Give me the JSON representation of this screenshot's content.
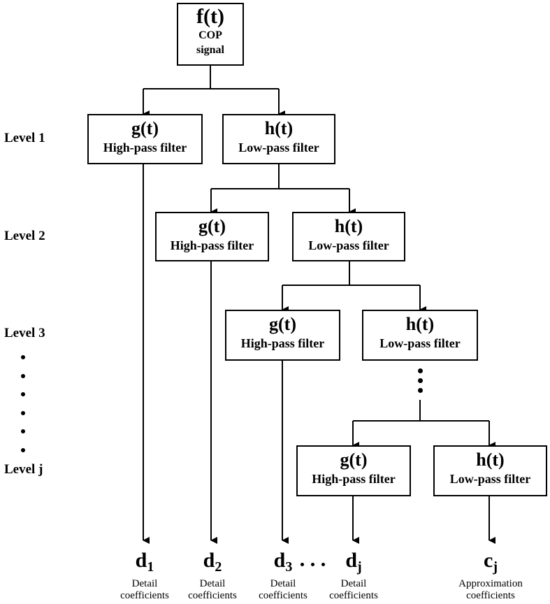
{
  "root": {
    "fn": "f(t)",
    "line1": "COP",
    "line2": "signal"
  },
  "filters": {
    "g": {
      "fn": "g(t)",
      "label": "High-pass filter"
    },
    "h": {
      "fn": "h(t)",
      "label": "Low-pass filter"
    }
  },
  "levels": [
    "Level 1",
    "Level 2",
    "Level 3",
    "Level j"
  ],
  "coefficients": [
    {
      "sym": "d",
      "sub": "1",
      "line1": "Detail",
      "line2": "coefficients"
    },
    {
      "sym": "d",
      "sub": "2",
      "line1": "Detail",
      "line2": "coefficients"
    },
    {
      "sym": "d",
      "sub": "3",
      "line1": "Detail",
      "line2": "coefficients"
    },
    {
      "sym": "d",
      "sub": "j",
      "line1": "Detail",
      "line2": "coefficients"
    },
    {
      "sym": "c",
      "sub": "j",
      "line1": "Approximation",
      "line2": "coefficients"
    }
  ]
}
